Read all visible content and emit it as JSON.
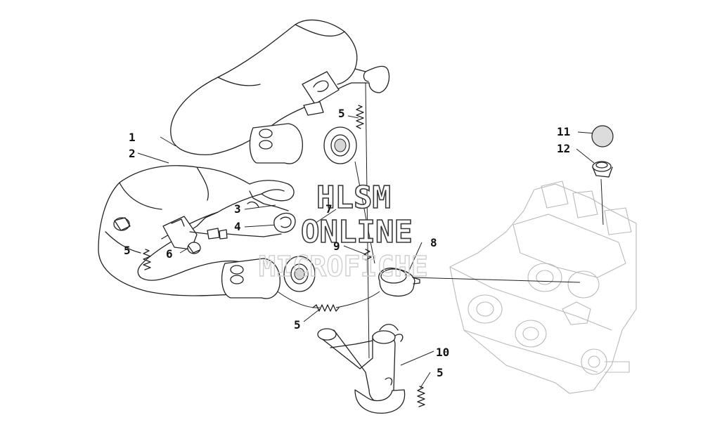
{
  "callouts": {
    "c1": "1",
    "c2": "2",
    "c3": "3",
    "c4": "4",
    "c5a": "5",
    "c5b": "5",
    "c5c": "5",
    "c5d": "5",
    "c6": "6",
    "c7": "7",
    "c8": "8",
    "c9": "9",
    "c10": "10",
    "c11": "11",
    "c12": "12"
  },
  "watermark": {
    "line1": "HLSM",
    "line2": "ONLINE",
    "line3": "MICROFICHE"
  },
  "colors": {
    "ink": "#222222",
    "ghost_engine": "#b9b9b9",
    "paper": "#ffffff",
    "grommet_fill": "#d6d6d6"
  }
}
